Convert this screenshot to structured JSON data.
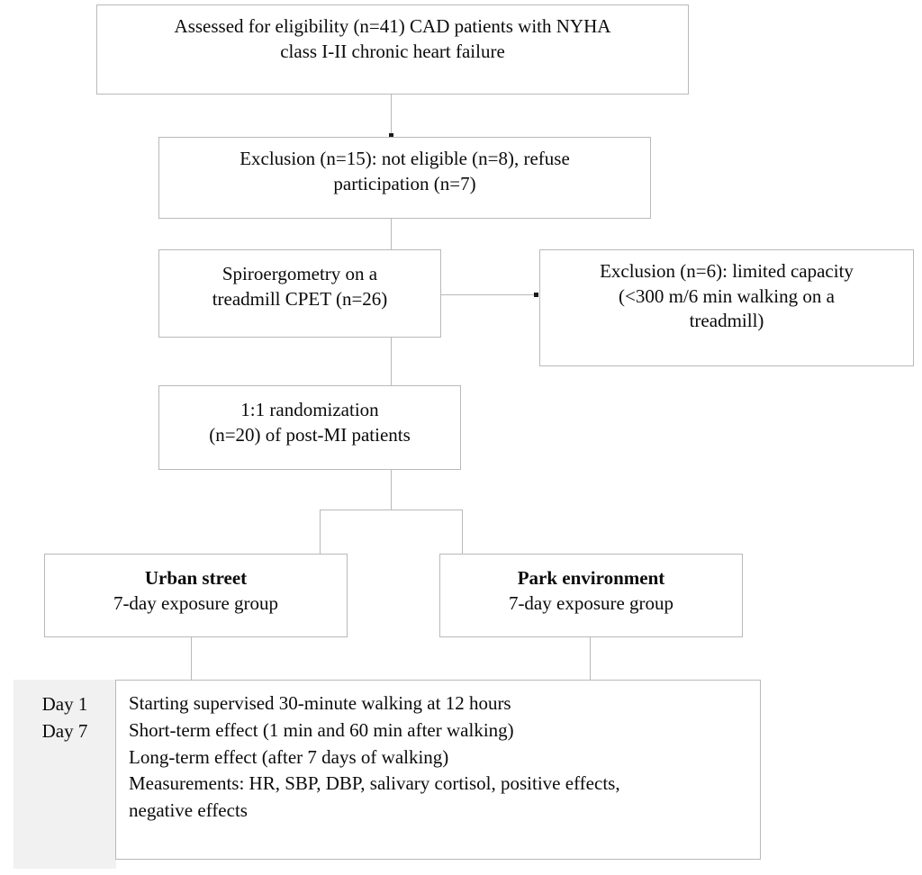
{
  "diagram": {
    "title": "CONSORT study flow diagram",
    "line_color": "#b9b9b9",
    "panel_color": "#f1f1f1",
    "text_color": "#0b0b0b"
  },
  "nodes": {
    "eligibility": {
      "line1": "Assessed for eligibility (n=41) CAD patients with NYHA",
      "line2": "class I-II chronic heart failure"
    },
    "exclusion_1": {
      "line1": "Exclusion (n=15): not eligible (n=8), refuse",
      "line2": "participation (n=7)"
    },
    "spiroergometry": {
      "line1": "Spiroergometry on a",
      "line2": "treadmill CPET (n=26)"
    },
    "exclusion_2": {
      "line1": "Exclusion (n=6): limited capacity",
      "line2": "(<300 m/6 min walking on a",
      "line3": "treadmill)"
    },
    "randomization": {
      "line1": "1:1 randomization",
      "line2": "(n=20) of post-MI patients"
    },
    "urban_group": {
      "title": "Urban street",
      "subtitle": "7-day exposure group"
    },
    "park_group": {
      "title": "Park environment",
      "subtitle": "7-day exposure group"
    },
    "day_panel": {
      "day_first": "Day 1",
      "day_last": "Day 7"
    },
    "protocol": {
      "line1": "Starting supervised 30-minute walking at 12 hours",
      "line2": "Short-term effect (1 min and 60 min after walking)",
      "line3": "Long-term effect (after 7 days of walking)",
      "line4": "Measurements: HR, SBP, DBP, salivary cortisol, positive effects,",
      "line5": "negative effects"
    }
  }
}
